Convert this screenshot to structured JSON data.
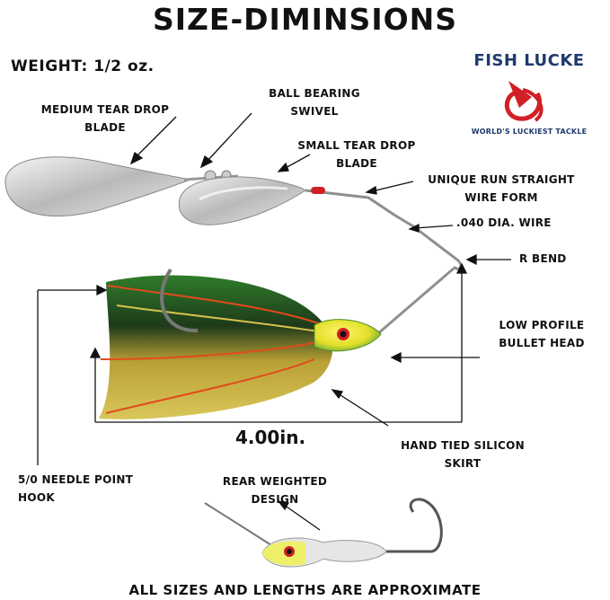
{
  "title": "SIZE-DIMINSIONS",
  "weight": "WEIGHT:  1/2 oz.",
  "brand": {
    "name": "FISH LUCKE",
    "tagline": "WORLD'S LUCKIEST TACKLE",
    "logo_icon": "red-double-hook-logo-icon",
    "color": "#1f3a6e",
    "accent": "#d21f26"
  },
  "labels": {
    "medium_blade": [
      "MEDIUM TEAR DROP",
      "BLADE"
    ],
    "swivel": [
      "BALL BEARING",
      "SWIVEL"
    ],
    "small_blade": [
      "SMALL TEAR DROP",
      "BLADE"
    ],
    "wire_form": [
      "UNIQUE RUN STRAIGHT",
      "WIRE FORM"
    ],
    "wire_dia": [
      ".040 DIA. WIRE"
    ],
    "r_bend": [
      "R BEND"
    ],
    "bullet_head": [
      "LOW PROFILE",
      "BULLET HEAD"
    ],
    "skirt": [
      "HAND TIED SILICON",
      "SKIRT"
    ],
    "hook": [
      "5/0 NEEDLE POINT",
      "HOOK"
    ],
    "rear_weighted": [
      "REAR WEIGHTED",
      "DESIGN"
    ]
  },
  "measurement": "4.00in.",
  "footer": "ALL SIZES AND LENGTHS ARE APPROXIMATE"
}
